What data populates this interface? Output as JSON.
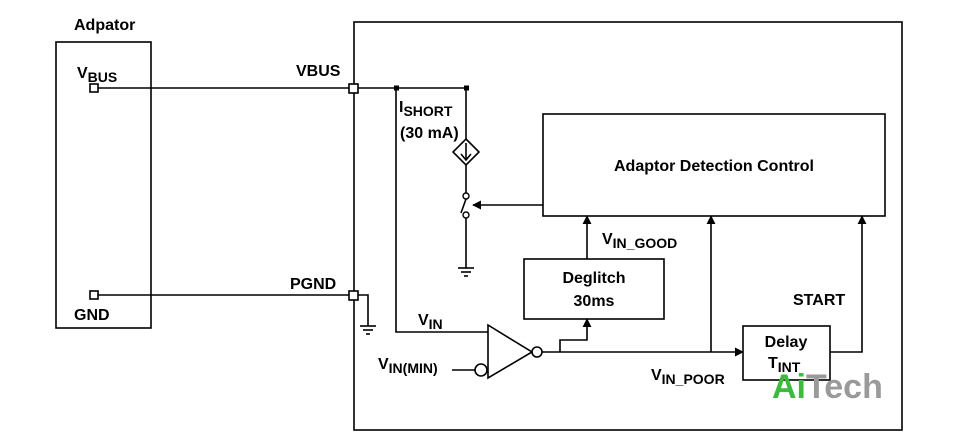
{
  "adaptor": {
    "title": "Adpator",
    "vbus_pin": {
      "main": "V",
      "sub": "BUS"
    },
    "gnd_pin": "GND"
  },
  "ic": {
    "vbus_label": "VBUS",
    "pgnd_label": "PGND",
    "ishort": {
      "main": "I",
      "sub": "SHORT",
      "value": "(30 mA)"
    },
    "control_block": "Adaptor Detection Control",
    "deglitch": {
      "line1": "Deglitch",
      "line2": "30ms"
    },
    "vin_good": {
      "main": "V",
      "sub": "IN_GOOD"
    },
    "vin": {
      "main": "V",
      "sub": "IN"
    },
    "vin_min": {
      "main": "V",
      "sub": "IN(MIN)"
    },
    "vin_poor": {
      "main": "V",
      "sub": "IN_POOR"
    },
    "start": "START",
    "delay": {
      "line1": "Delay",
      "main": "T",
      "sub": "INT"
    }
  },
  "watermark": {
    "part1": "Ai",
    "part2": "Tech",
    "color1": "#3dbb3d",
    "color2": "#9a9a9a"
  }
}
